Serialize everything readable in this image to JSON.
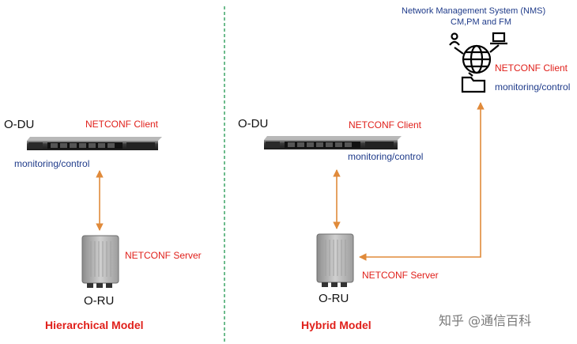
{
  "left": {
    "odu_label": "O-DU",
    "client_label": "NETCONF Client",
    "monitoring_label": "monitoring/control",
    "server_label": "NETCONF Server",
    "oru_label": "O-RU",
    "model_title": "Hierarchical Model"
  },
  "right": {
    "odu_label": "O-DU",
    "client_label": "NETCONF Client",
    "monitoring_label": "monitoring/control",
    "server_label": "NETCONF Server",
    "oru_label": "O-RU",
    "model_title": "Hybrid Model"
  },
  "nms": {
    "title": "Network Management System (NMS)",
    "subtitle": "CM,PM and FM",
    "client_label": "NETCONF Client",
    "monitoring_label": "monitoring/control"
  },
  "watermark": "知乎 @通信百科",
  "colors": {
    "arrow": "#e08a3a",
    "divider": "#2e9e5b",
    "red_text": "#e0201b",
    "blue_text": "#1f3b8a"
  }
}
